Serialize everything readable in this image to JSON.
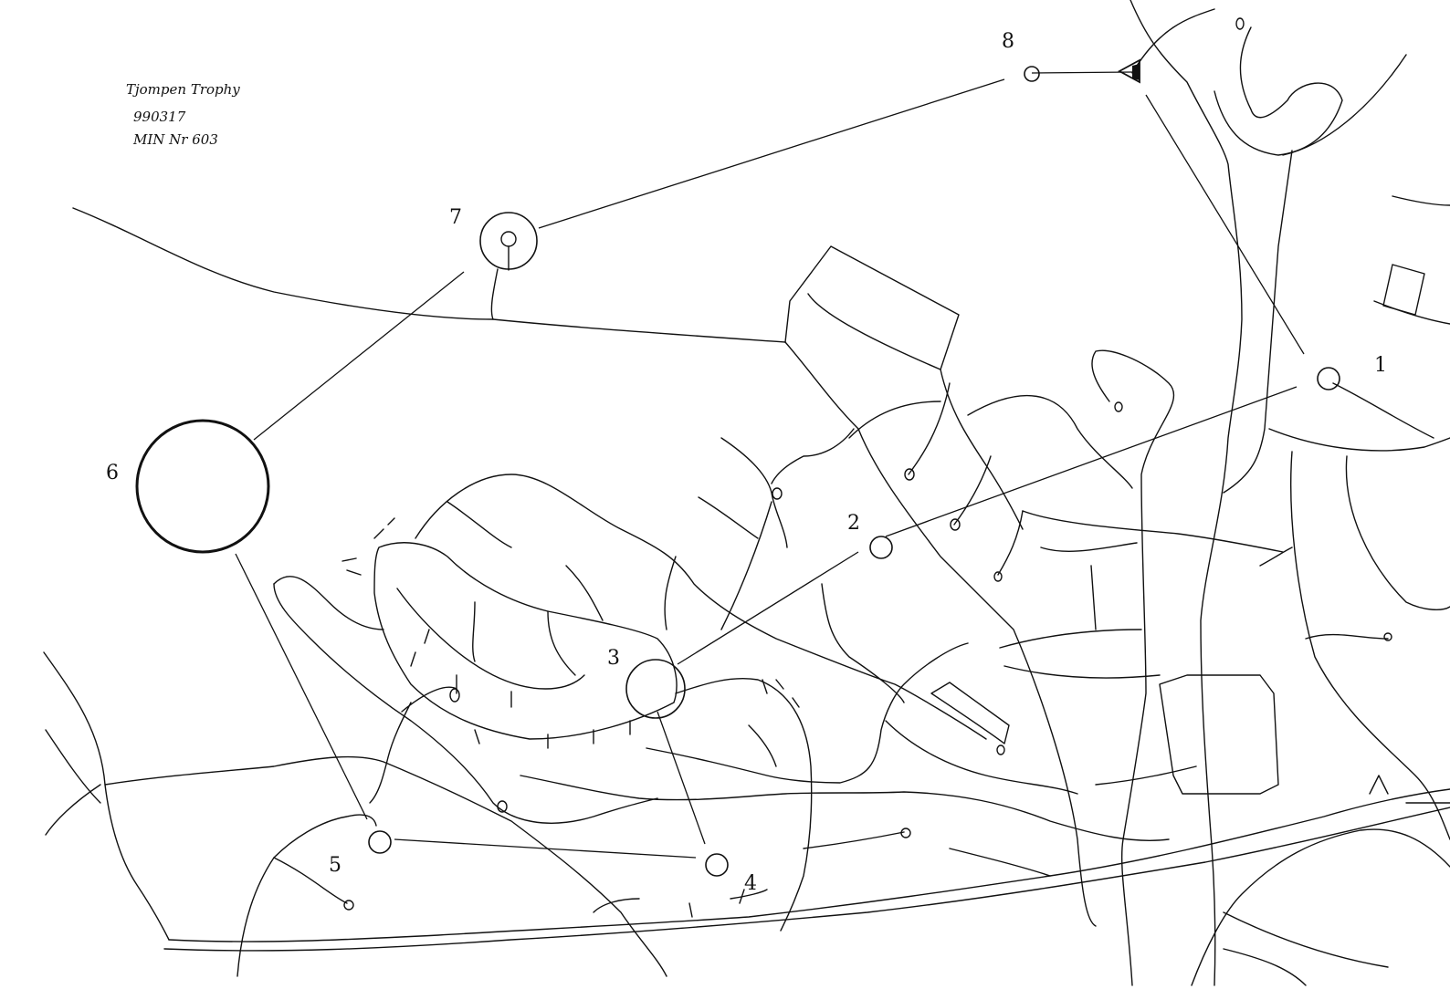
{
  "header": {
    "line1": "Tjompen Trophy",
    "line2": "990317",
    "line3": "MIN Nr 603"
  },
  "start_icon": "triangle-start-icon",
  "controls": [
    {
      "id": "control-1",
      "label": "1"
    },
    {
      "id": "control-2",
      "label": "2"
    },
    {
      "id": "control-3",
      "label": "3"
    },
    {
      "id": "control-4",
      "label": "4"
    },
    {
      "id": "control-5",
      "label": "5"
    },
    {
      "id": "control-6",
      "label": "6"
    },
    {
      "id": "control-7",
      "label": "7"
    },
    {
      "id": "control-8",
      "label": "8"
    }
  ]
}
